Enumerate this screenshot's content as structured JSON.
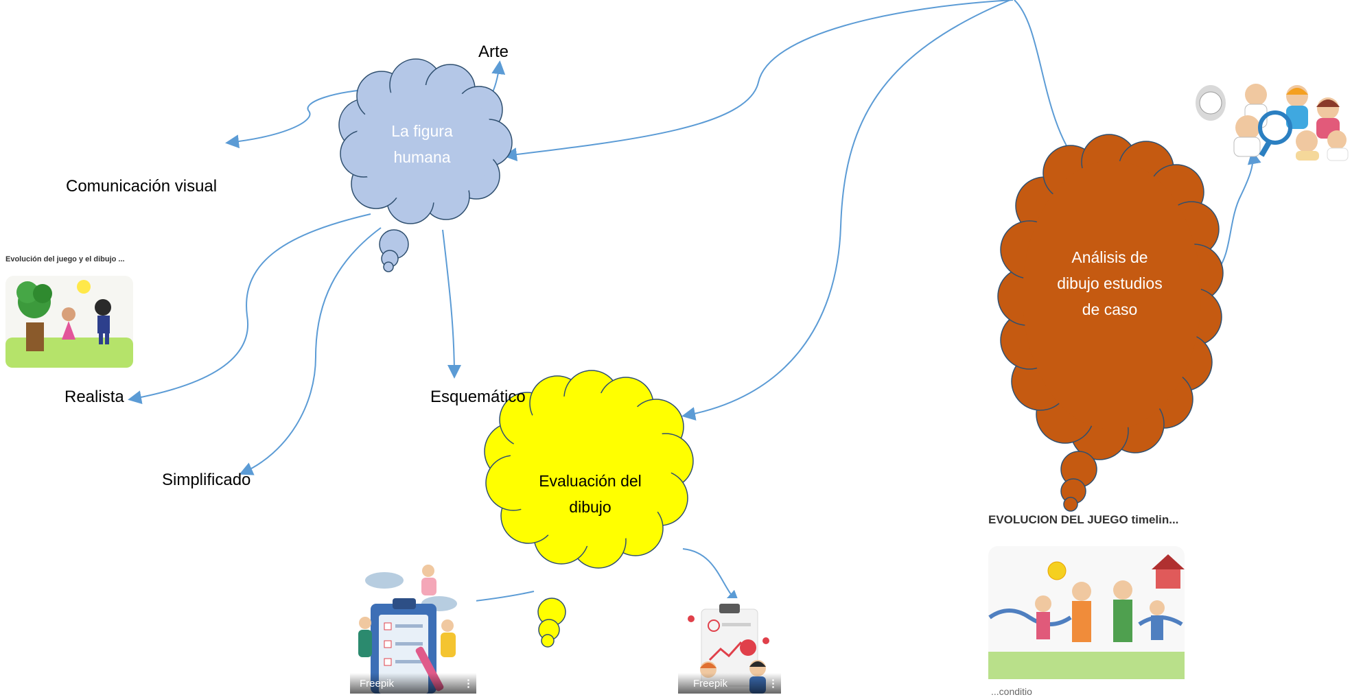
{
  "nodes": {
    "figura_humana": "La figura humana",
    "evaluacion": "Evaluación del dibujo",
    "analisis": "Análisis de dibujo estudios de caso"
  },
  "labels": {
    "arte": "Arte",
    "comunicacion": "Comunicación visual",
    "realista": "Realista",
    "esquematico": "Esquemático",
    "simplificado": "Simplificado"
  },
  "captions": {
    "evolucion_small": "Evolución del juego y el dibujo ...",
    "evolucion_big": "EVOLUCION DEL JUEGO timelin...",
    "bottom_cut": "...conditio"
  },
  "image_sources": {
    "freepik_left": "Freepik",
    "freepik_right": "Freepik"
  },
  "colors": {
    "arrow": "#5b9bd5",
    "cloud_blue": "#b4c7e7",
    "cloud_yellow": "#ffff00",
    "cloud_orange": "#c55a11",
    "cloud_outline": "#2f4f6f"
  },
  "icons": [
    "children-drawing-image",
    "medical-team-image",
    "checklist-illustration",
    "evaluation-illustration",
    "family-drawing-image"
  ]
}
